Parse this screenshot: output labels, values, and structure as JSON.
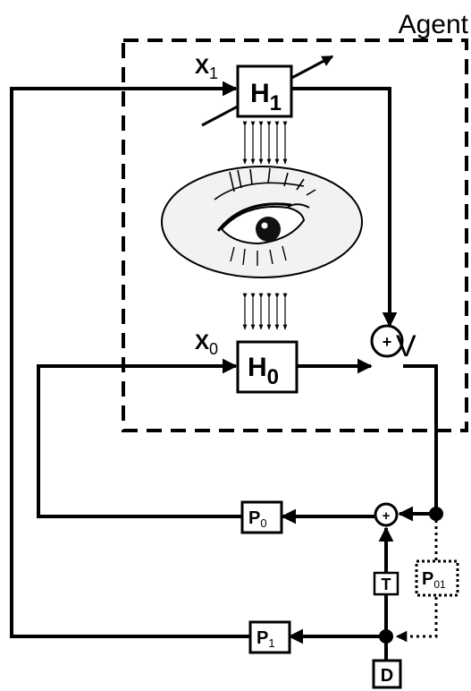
{
  "agent_label": "Agent",
  "blocks": {
    "h1": {
      "base": "H",
      "sub": "1"
    },
    "h0": {
      "base": "H",
      "sub": "0"
    },
    "p0": {
      "base": "P",
      "sub": "0"
    },
    "p1": {
      "base": "P",
      "sub": "1"
    },
    "p01": {
      "base": "P",
      "sub": "01"
    },
    "t": {
      "label": "T"
    },
    "d": {
      "label": "D"
    }
  },
  "inputs": {
    "x1": {
      "base": "X",
      "sub": "1"
    },
    "x0": {
      "base": "X",
      "sub": "0"
    }
  },
  "output_label": "V",
  "sum_symbol": "+",
  "colors": {
    "ink": "#000000",
    "background": "#ffffff",
    "ellipse_fill": "#f2f2f2"
  },
  "icons": [
    "eye-icon",
    "adjustable-arrow-icon"
  ]
}
